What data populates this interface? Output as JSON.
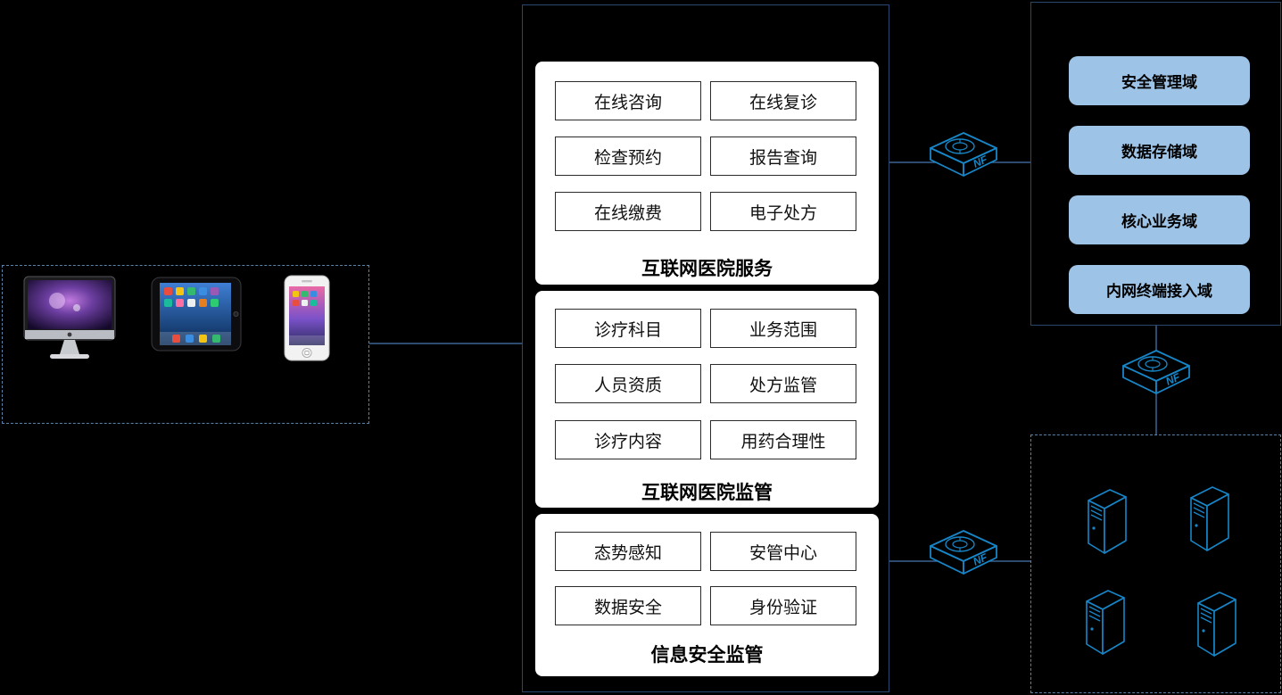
{
  "platform": {
    "panels": [
      {
        "title": "互联网医院服务",
        "items": [
          "在线咨询",
          "在线复诊",
          "检查预约",
          "报告查询",
          "在线缴费",
          "电子处方"
        ]
      },
      {
        "title": "互联网医院监管",
        "items": [
          "诊疗科目",
          "业务范围",
          "人员资质",
          "处方监管",
          "诊疗内容",
          "用药合理性"
        ]
      },
      {
        "title": "信息安全监管",
        "items": [
          "态势感知",
          "安管中心",
          "数据安全",
          "身份验证"
        ]
      }
    ]
  },
  "intranet": {
    "domains": [
      "安全管理域",
      "数据存储域",
      "核心业务域",
      "内网终端接入域"
    ]
  },
  "clients": {
    "icons": [
      "imac-icon",
      "ipad-icon",
      "iphone-icon"
    ]
  },
  "servers": {
    "count": 4,
    "icon": "server-icon"
  },
  "firewall": {
    "label": "NF",
    "count": 3,
    "icon": "firewall-icon"
  },
  "colors": {
    "background": "#000000",
    "box_border": "#27476e",
    "dashed_border": "#5b82ab",
    "panel_background": "#ffffff",
    "item_border": "#2b2b2b",
    "domain_button": "#9dc3e6",
    "device_blue": "#1786c8",
    "connector": "#3c6494"
  }
}
